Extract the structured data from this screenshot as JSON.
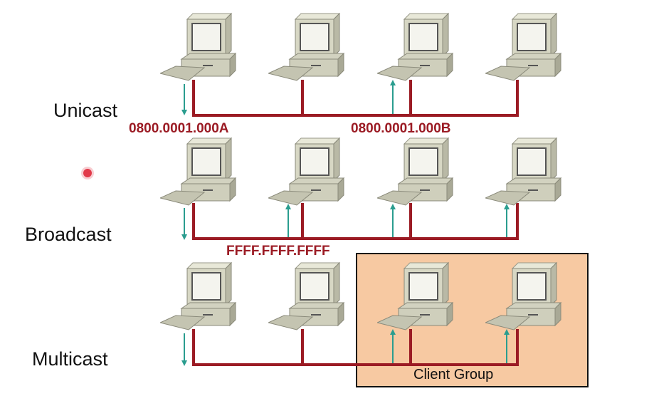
{
  "rows": [
    {
      "label": "Unicast",
      "addresses": [
        "0800.0001.000A",
        "0800.0001.000B"
      ]
    },
    {
      "label": "Broadcast",
      "addresses": [
        "FFFF.FFFF.FFFF"
      ]
    },
    {
      "label": "Multicast",
      "group_label": "Client Group"
    }
  ],
  "colors": {
    "wire": "#9b1b24",
    "arrow": "#2a9d8f",
    "group_fill": "#f7c9a2",
    "group_border": "#111111"
  },
  "icons": {
    "computer": "computer-icon",
    "arrow": "arrow-icon"
  }
}
